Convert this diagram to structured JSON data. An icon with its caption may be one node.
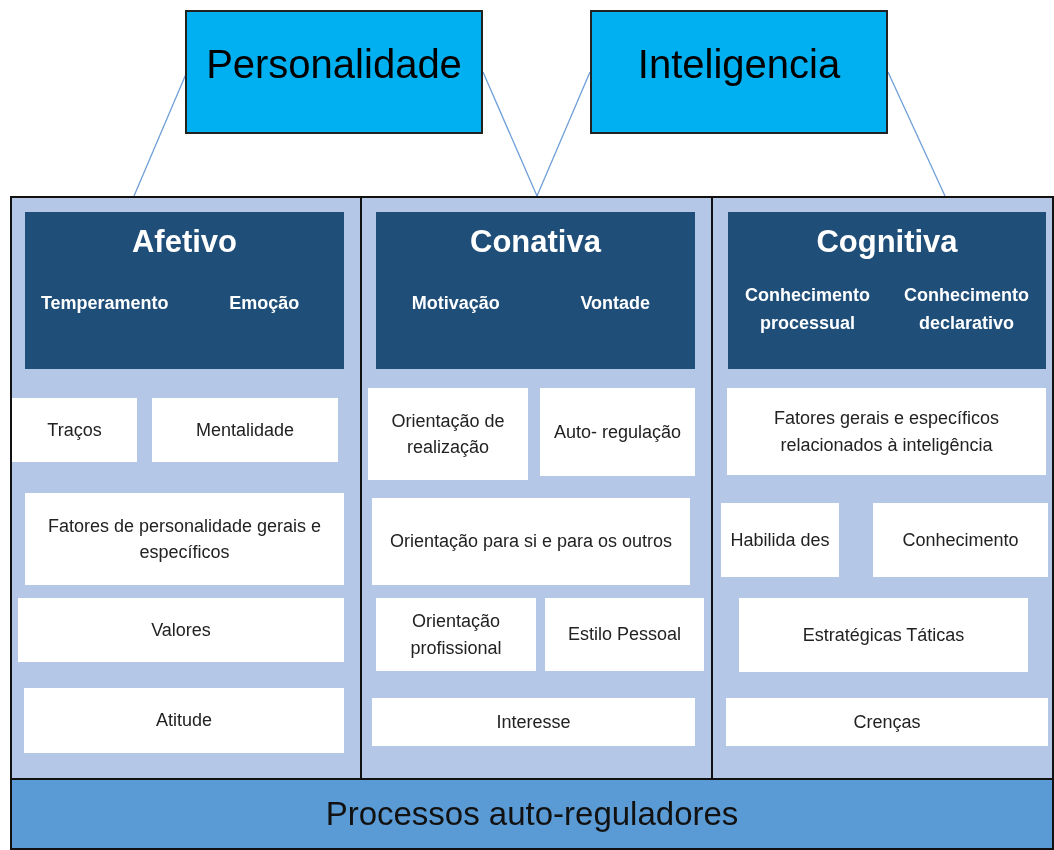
{
  "diagram": {
    "nodes": [
      {
        "text": [
          "Personalidade"
        ]
      },
      {
        "text": [
          "Inteligencia"
        ]
      },
      {
        "text": [],
        "shape": "box"
      },
      {
        "text": [
          "Afetivo",
          "Temperamento",
          "Emoção"
        ],
        "in": 2
      },
      {
        "text": [
          "Traços"
        ],
        "in": 2
      },
      {
        "text": [
          "Mentalidade"
        ],
        "in": 2
      },
      {
        "text": [
          "Fatores de personalidade gerais e específicos"
        ],
        "in": 2
      },
      {
        "text": [
          "Valores"
        ],
        "in": 2
      },
      {
        "text": [
          "Atitude"
        ],
        "in": 2
      },
      {
        "text": [],
        "shape": "box"
      },
      {
        "text": [
          "Conativa",
          "Motivação",
          "Vontade"
        ],
        "in": 9
      },
      {
        "text": [
          "Orientação de realização"
        ],
        "in": 9
      },
      {
        "text": [
          "Auto- regulação"
        ],
        "in": 9
      },
      {
        "text": [
          "Orientação para si e para os outros"
        ],
        "in": 9
      },
      {
        "text": [
          "Orientação profissional"
        ],
        "in": 9
      },
      {
        "text": [
          "Estilo Pessoal"
        ],
        "in": 9
      },
      {
        "text": [
          "Interesse"
        ],
        "in": 9
      },
      {
        "text": [],
        "shape": "box"
      },
      {
        "text": [
          "Cognitiva",
          "Conhecimento processual",
          "Conhecimento declarativo"
        ],
        "in": 17
      },
      {
        "text": [
          "Fatores gerais e específicos relacionados à inteligência"
        ],
        "in": 17
      },
      {
        "text": [
          "Habilida des"
        ],
        "in": 17
      },
      {
        "text": [
          "Conhecimento"
        ],
        "in": 17
      },
      {
        "text": [
          "Estratégicas Táticas"
        ],
        "in": 17
      },
      {
        "text": [
          "Crenças"
        ],
        "in": 17
      },
      {
        "text": [
          "Processos auto-reguladores"
        ]
      }
    ],
    "edges": [
      {
        "from": 0,
        "to": 2,
        "arrow": "none"
      },
      {
        "from": 0,
        "to": 9,
        "arrow": "none"
      },
      {
        "from": 1,
        "to": 9,
        "arrow": "none"
      },
      {
        "from": 1,
        "to": 17,
        "arrow": "none"
      }
    ]
  }
}
